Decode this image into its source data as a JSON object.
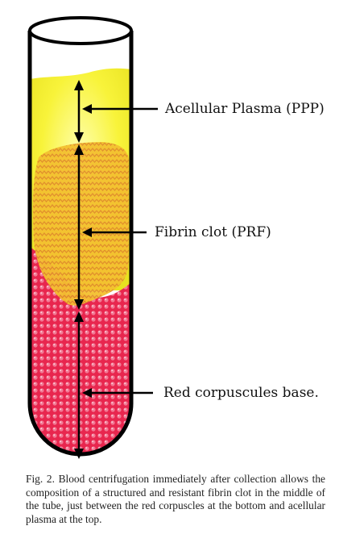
{
  "labels": {
    "plasma": "Acellular Plasma (PPP)",
    "clot": "Fibrin clot (PRF)",
    "red": "Red corpuscules base."
  },
  "caption": "Fig. 2.  Blood centrifugation immediately after collection allows the composition of a structured and resistant fibrin clot in the middle of the tube, just between the red corpuscles at the bottom and acellular plasma at the top.",
  "colors": {
    "plasma": "#f5f02e",
    "clot": "#f4b33a",
    "red": "#e8264e",
    "tube_outline": "#000000"
  }
}
